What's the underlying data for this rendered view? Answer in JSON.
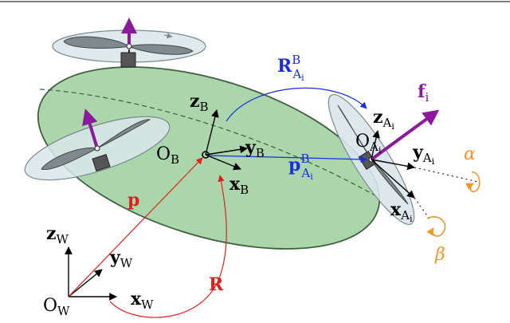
{
  "colors": {
    "body_fill": "#9ccf9c",
    "body_stroke": "#3e5f3e",
    "rotor_fill": "#d9e6ea",
    "propeller_fill": "#7e8a8e",
    "force": "#8b1a9c",
    "position": "#e02020",
    "rotation": "#e02020",
    "actuator": "#1a2fd8",
    "tilt": "#f0962a",
    "frame_axes": "#000000"
  },
  "icons": [
    "propeller-icon",
    "tilt-arrow-icon"
  ],
  "labels": {
    "origin_body": "O",
    "origin_body_sub": "B",
    "origin_world": "O",
    "origin_world_sub": "W",
    "origin_actuator": "O",
    "origin_actuator_sub": "A",
    "origin_actuator_subsub": "i",
    "z_body": "z",
    "z_body_sub": "B",
    "y_body": "y",
    "y_body_sub": "B",
    "x_body": "x",
    "x_body_sub": "B",
    "z_world": "z",
    "z_world_sub": "W",
    "y_world": "y",
    "y_world_sub": "W",
    "x_world": "x",
    "x_world_sub": "W",
    "z_act": "z",
    "z_act_sub": "A",
    "z_act_subsub": "i",
    "y_act": "y",
    "y_act_sub": "A",
    "y_act_subsub": "i",
    "x_act": "x",
    "x_act_sub": "A",
    "x_act_subsub": "i",
    "position_vec": "p",
    "rotation_mat": "R",
    "rel_rotation": "R",
    "rel_rotation_sub": "A",
    "rel_rotation_subsub": "i",
    "rel_rotation_sup": "B",
    "rel_position": "p",
    "rel_position_sub": "A",
    "rel_position_subsub": "i",
    "rel_position_sup": "B",
    "force": "f",
    "force_sub": "i",
    "alpha": "α",
    "beta": "β"
  }
}
